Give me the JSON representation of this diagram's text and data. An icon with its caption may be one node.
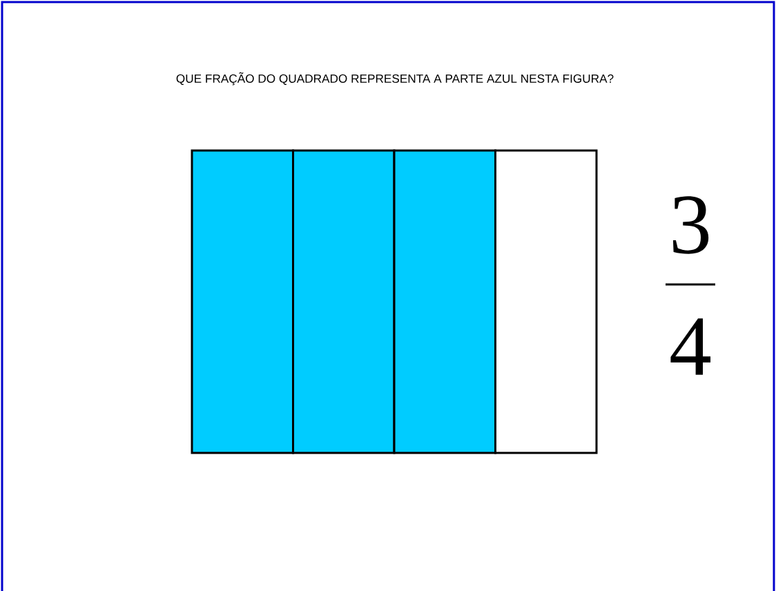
{
  "diagram": {
    "title": "QUE FRAÇÃO DO QUADRADO REPRESENTA A PARTE AZUL NESTA FIGURA?",
    "labels": [
      "3",
      "4"
    ]
  }
}
